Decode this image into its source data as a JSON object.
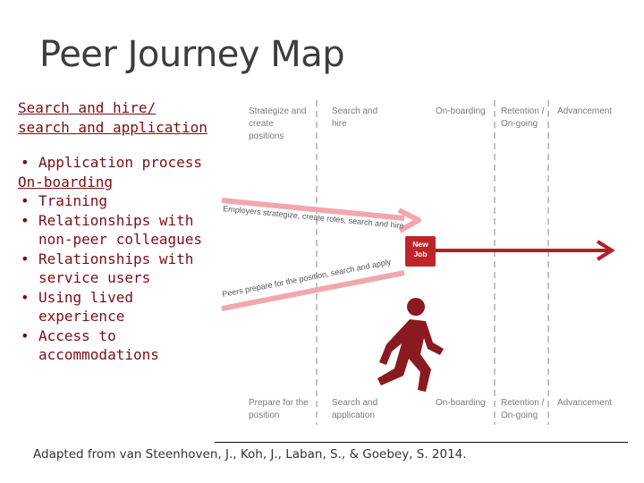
{
  "title": "Peer Journey Map",
  "left": {
    "section1_heading": "Search and hire/ search and application",
    "section1_items": [
      "Application process"
    ],
    "section2_heading": "On-boarding",
    "section2_items": [
      "Training",
      "Relationships with non-peer colleagues",
      "Relationships with service users",
      "Using lived experience",
      "Access to accommodations"
    ]
  },
  "diagram": {
    "top_stages": [
      "Strategize and create positions",
      "Search and hire",
      "On-boarding",
      "Retention / On-going",
      "Advancement"
    ],
    "bottom_stages": [
      "Prepare for the position",
      "Search and application",
      "On-boarding",
      "Retention / On-going",
      "Advancement"
    ],
    "employer_arrow_text": "Employers strategize, create roles, search and hire",
    "peer_arrow_text": "Peers prepare for the position, search and apply",
    "new_job_label": "New Job",
    "icons": [
      "walking-person-icon"
    ],
    "colors": {
      "accent": "#9b1c22",
      "arrow_light": "#f2a7ad",
      "text": "#7a0f14"
    }
  },
  "citation": "Adapted from van Steenhoven, J., Koh, J., Laban, S., & Goebey, S. 2014."
}
